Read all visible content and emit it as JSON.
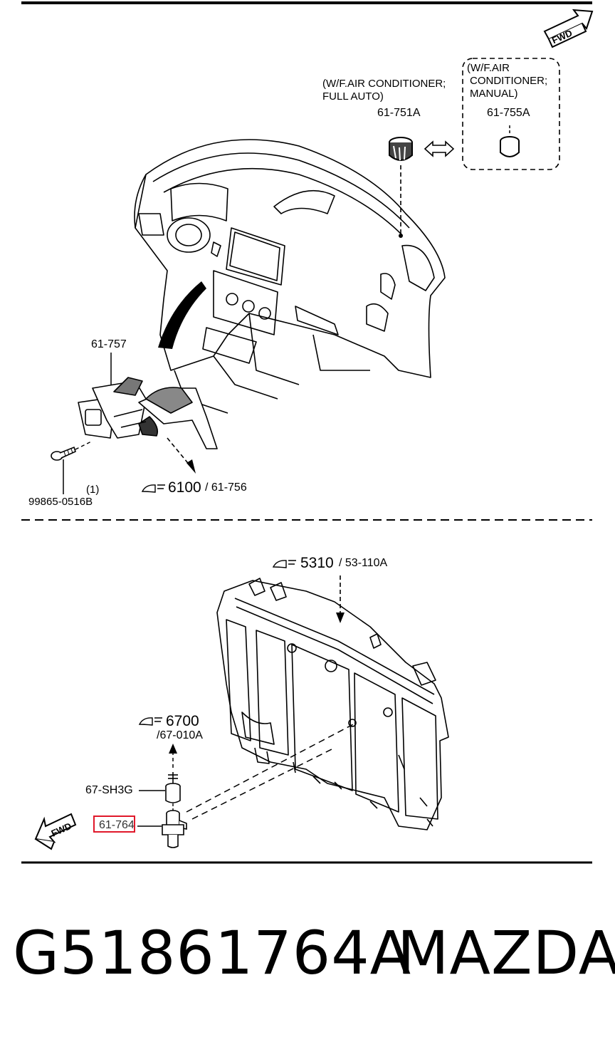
{
  "upper": {
    "variant_auto": {
      "line1": "(W/F.AIR CONDITIONER;",
      "line2": "FULL AUTO)",
      "part": "61-751A"
    },
    "variant_manual": {
      "line1": "(W/F.AIR",
      "line2": "CONDITIONER;",
      "line3": "MANUAL)",
      "part": "61-755A"
    },
    "bracket_part": "61-757",
    "screw_part": "99865-0516B",
    "screw_qty": "(1)",
    "ref_group": "6100",
    "ref_part": "/ 61-756"
  },
  "lower": {
    "ref_group_top": "5310",
    "ref_part_top": "/ 53-110A",
    "ref_group_mid": "6700",
    "ref_part_mid": "/67-010A",
    "cap_part": "67-SH3G",
    "sensor_part": "61-764"
  },
  "fwd_label": "FWD",
  "footer": {
    "part_number": "G51861764A",
    "brand": "MAZDA"
  },
  "colors": {
    "line": "#000000",
    "highlight": "#e0182a",
    "background": "#ffffff"
  }
}
